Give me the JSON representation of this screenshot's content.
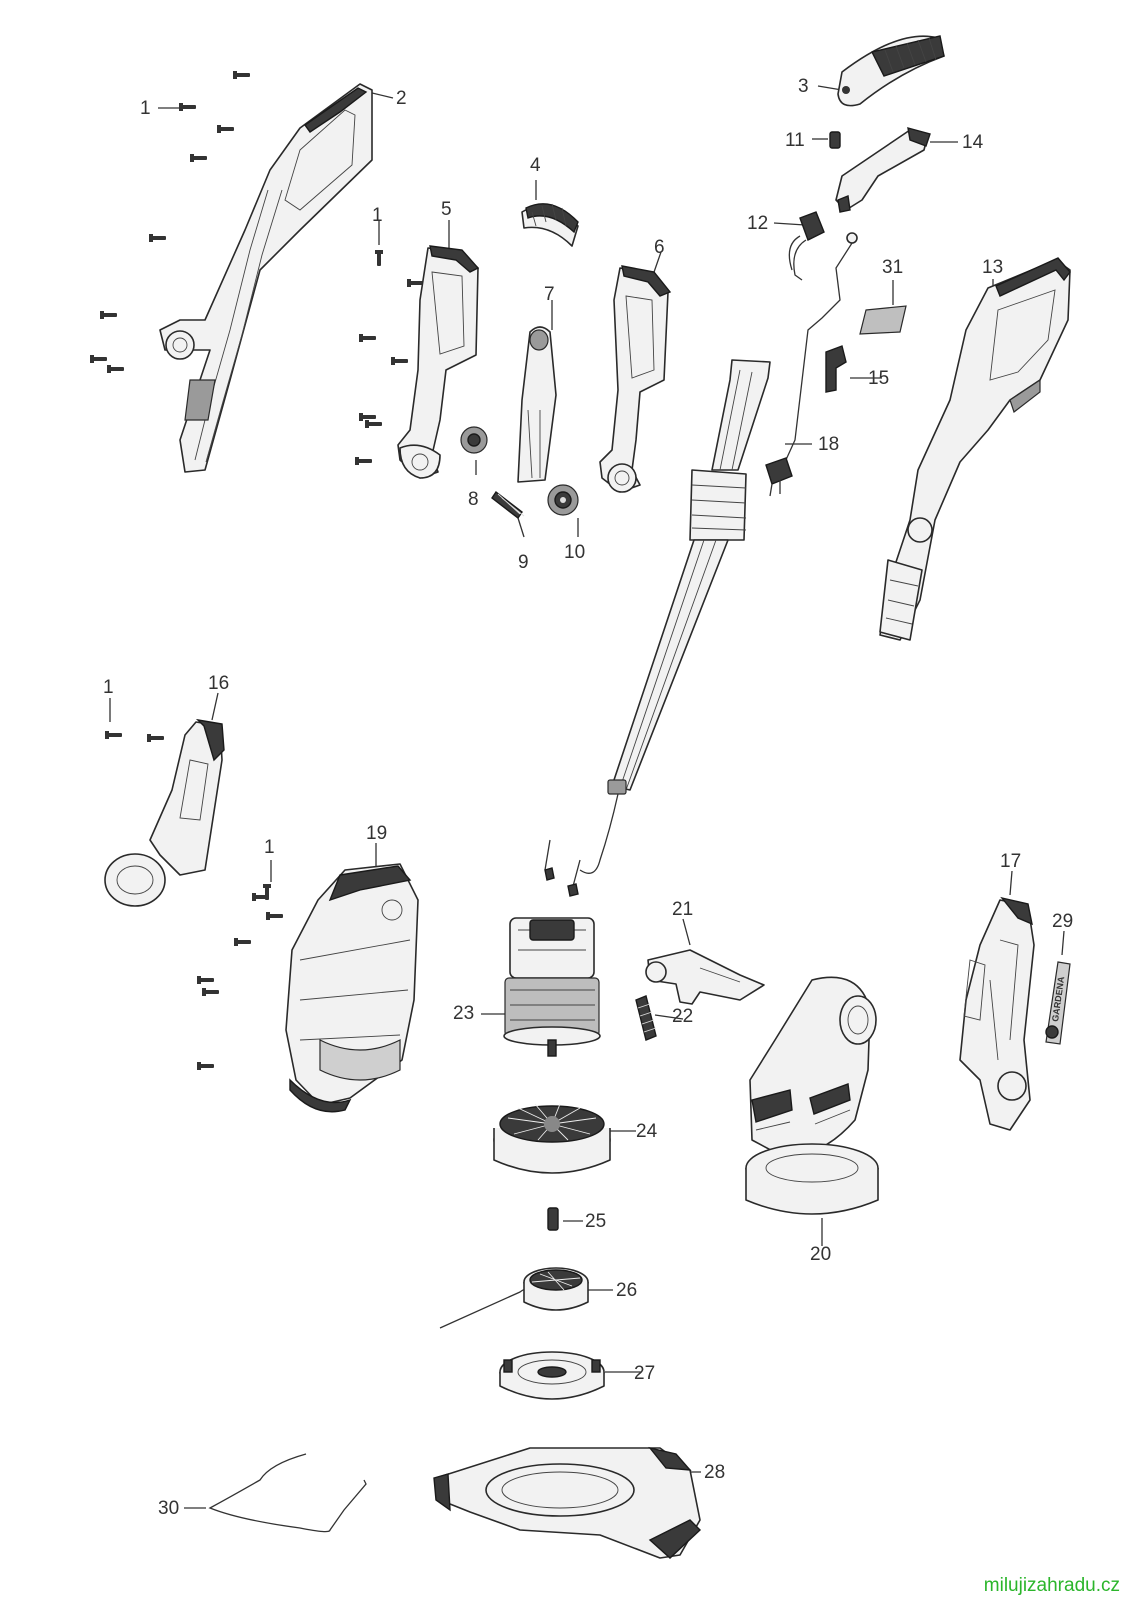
{
  "labels": [
    {
      "id": "1a",
      "text": "1"
    },
    {
      "id": "2",
      "text": "2"
    },
    {
      "id": "3",
      "text": "3"
    },
    {
      "id": "4",
      "text": "4"
    },
    {
      "id": "1b",
      "text": "1"
    },
    {
      "id": "5",
      "text": "5"
    },
    {
      "id": "6",
      "text": "6"
    },
    {
      "id": "7",
      "text": "7"
    },
    {
      "id": "8",
      "text": "8"
    },
    {
      "id": "9",
      "text": "9"
    },
    {
      "id": "10",
      "text": "10"
    },
    {
      "id": "11",
      "text": "11"
    },
    {
      "id": "12",
      "text": "12"
    },
    {
      "id": "13",
      "text": "13"
    },
    {
      "id": "14",
      "text": "14"
    },
    {
      "id": "15",
      "text": "15"
    },
    {
      "id": "18",
      "text": "18"
    },
    {
      "id": "31",
      "text": "31"
    },
    {
      "id": "1c",
      "text": "1"
    },
    {
      "id": "16",
      "text": "16"
    },
    {
      "id": "1d",
      "text": "1"
    },
    {
      "id": "19",
      "text": "19"
    },
    {
      "id": "17",
      "text": "17"
    },
    {
      "id": "29",
      "text": "29"
    },
    {
      "id": "21",
      "text": "21"
    },
    {
      "id": "22",
      "text": "22"
    },
    {
      "id": "23",
      "text": "23"
    },
    {
      "id": "24",
      "text": "24"
    },
    {
      "id": "20",
      "text": "20"
    },
    {
      "id": "25",
      "text": "25"
    },
    {
      "id": "26",
      "text": "26"
    },
    {
      "id": "27",
      "text": "27"
    },
    {
      "id": "28",
      "text": "28"
    },
    {
      "id": "30",
      "text": "30"
    }
  ],
  "logo_text": "GARDENA",
  "watermark": {
    "text": "milujizahradu.cz",
    "color": "#2bb52b"
  }
}
